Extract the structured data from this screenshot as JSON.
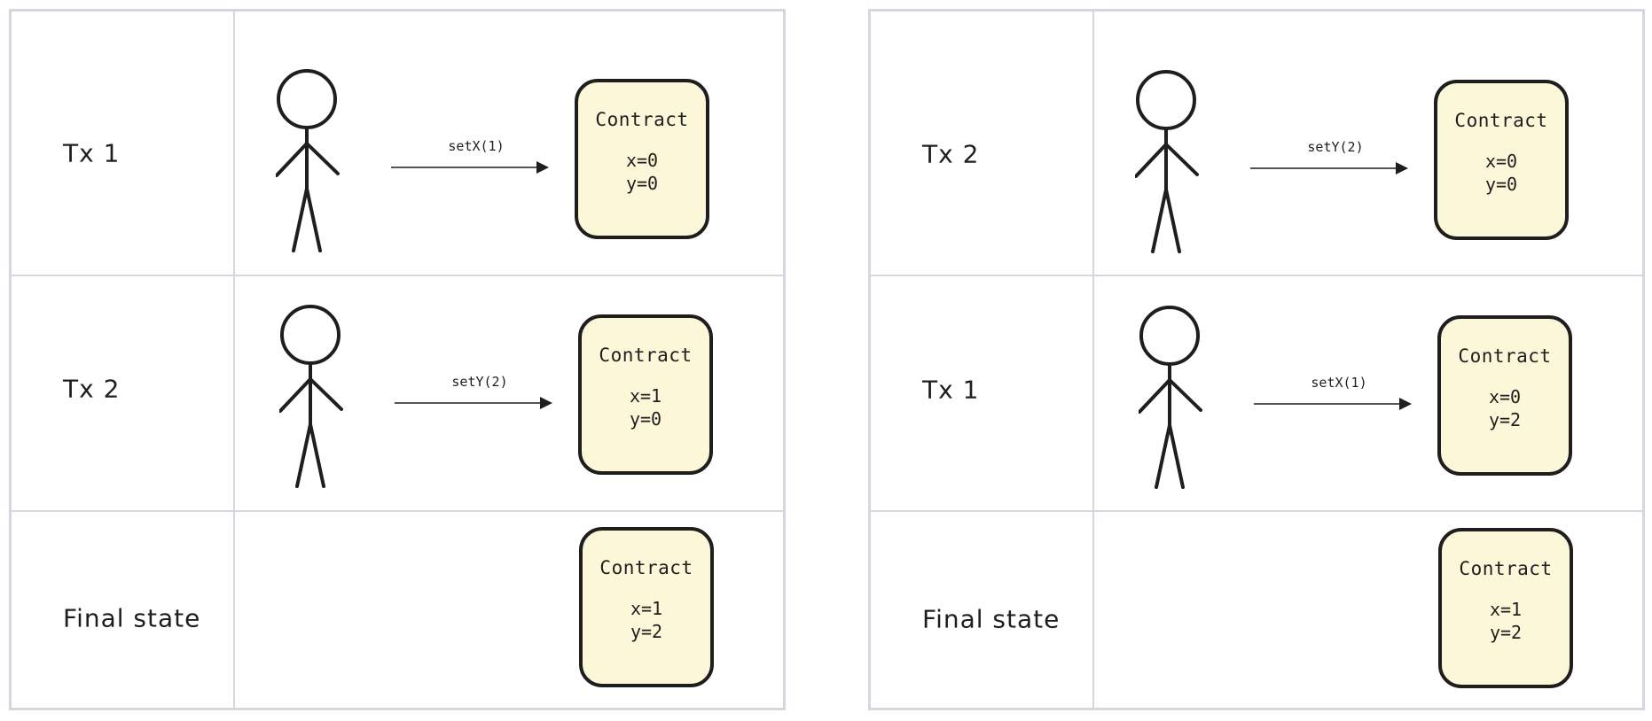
{
  "colors": {
    "border": "#d4d8de",
    "ink": "#1e1e1e",
    "contract_fill": "#fdf7d9"
  },
  "panels": [
    {
      "rows": [
        {
          "label": "Tx 1",
          "call": "setX(1)",
          "contract": {
            "title": "Contract",
            "x": "x=0",
            "y": "y=0"
          }
        },
        {
          "label": "Tx 2",
          "call": "setY(2)",
          "contract": {
            "title": "Contract",
            "x": "x=1",
            "y": "y=0"
          }
        },
        {
          "label": "Final state",
          "contract": {
            "title": "Contract",
            "x": "x=1",
            "y": "y=2"
          }
        }
      ]
    },
    {
      "rows": [
        {
          "label": "Tx 2",
          "call": "setY(2)",
          "contract": {
            "title": "Contract",
            "x": "x=0",
            "y": "y=0"
          }
        },
        {
          "label": "Tx 1",
          "call": "setX(1)",
          "contract": {
            "title": "Contract",
            "x": "x=0",
            "y": "y=2"
          }
        },
        {
          "label": "Final state",
          "contract": {
            "title": "Contract",
            "x": "x=1",
            "y": "y=2"
          }
        }
      ]
    }
  ]
}
